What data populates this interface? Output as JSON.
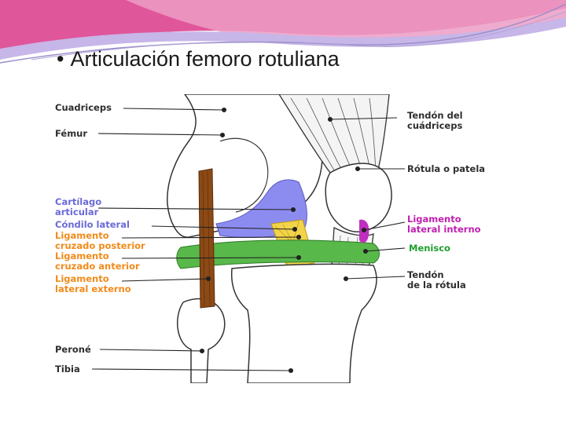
{
  "title": "Articulación femoro rotuliana",
  "bullet": "•",
  "colors": {
    "banner_pink": "#e0569b",
    "banner_purple": "#c7b6e8",
    "cartilage": "#8c8cf0",
    "meniscus": "#58b84a",
    "fibula_ligament": "#8b4a16",
    "cruciate": "#f2d44a",
    "medial_ligament": "#c030c0"
  },
  "labels_left": {
    "cuadriceps": "Cuadriceps",
    "femur": "Fémur",
    "cartilago": "Cartílago\narticular",
    "condilo": "Cóndilo lateral",
    "lig_posterior": "Ligamento\ncruzado posterior",
    "lig_anterior": "Ligamento\ncruzado anterior",
    "lig_externo": "Ligamento\nlateral externo",
    "perone": "Peroné",
    "tibia": "Tibia"
  },
  "labels_right": {
    "tendon_cuadriceps": "Tendón del\ncuádriceps",
    "rotula": "Rótula o patela",
    "lig_interno": "Ligamento\nlateral interno",
    "menisco": "Menisco",
    "tendon_rotula": "Tendón\nde la rótula"
  }
}
